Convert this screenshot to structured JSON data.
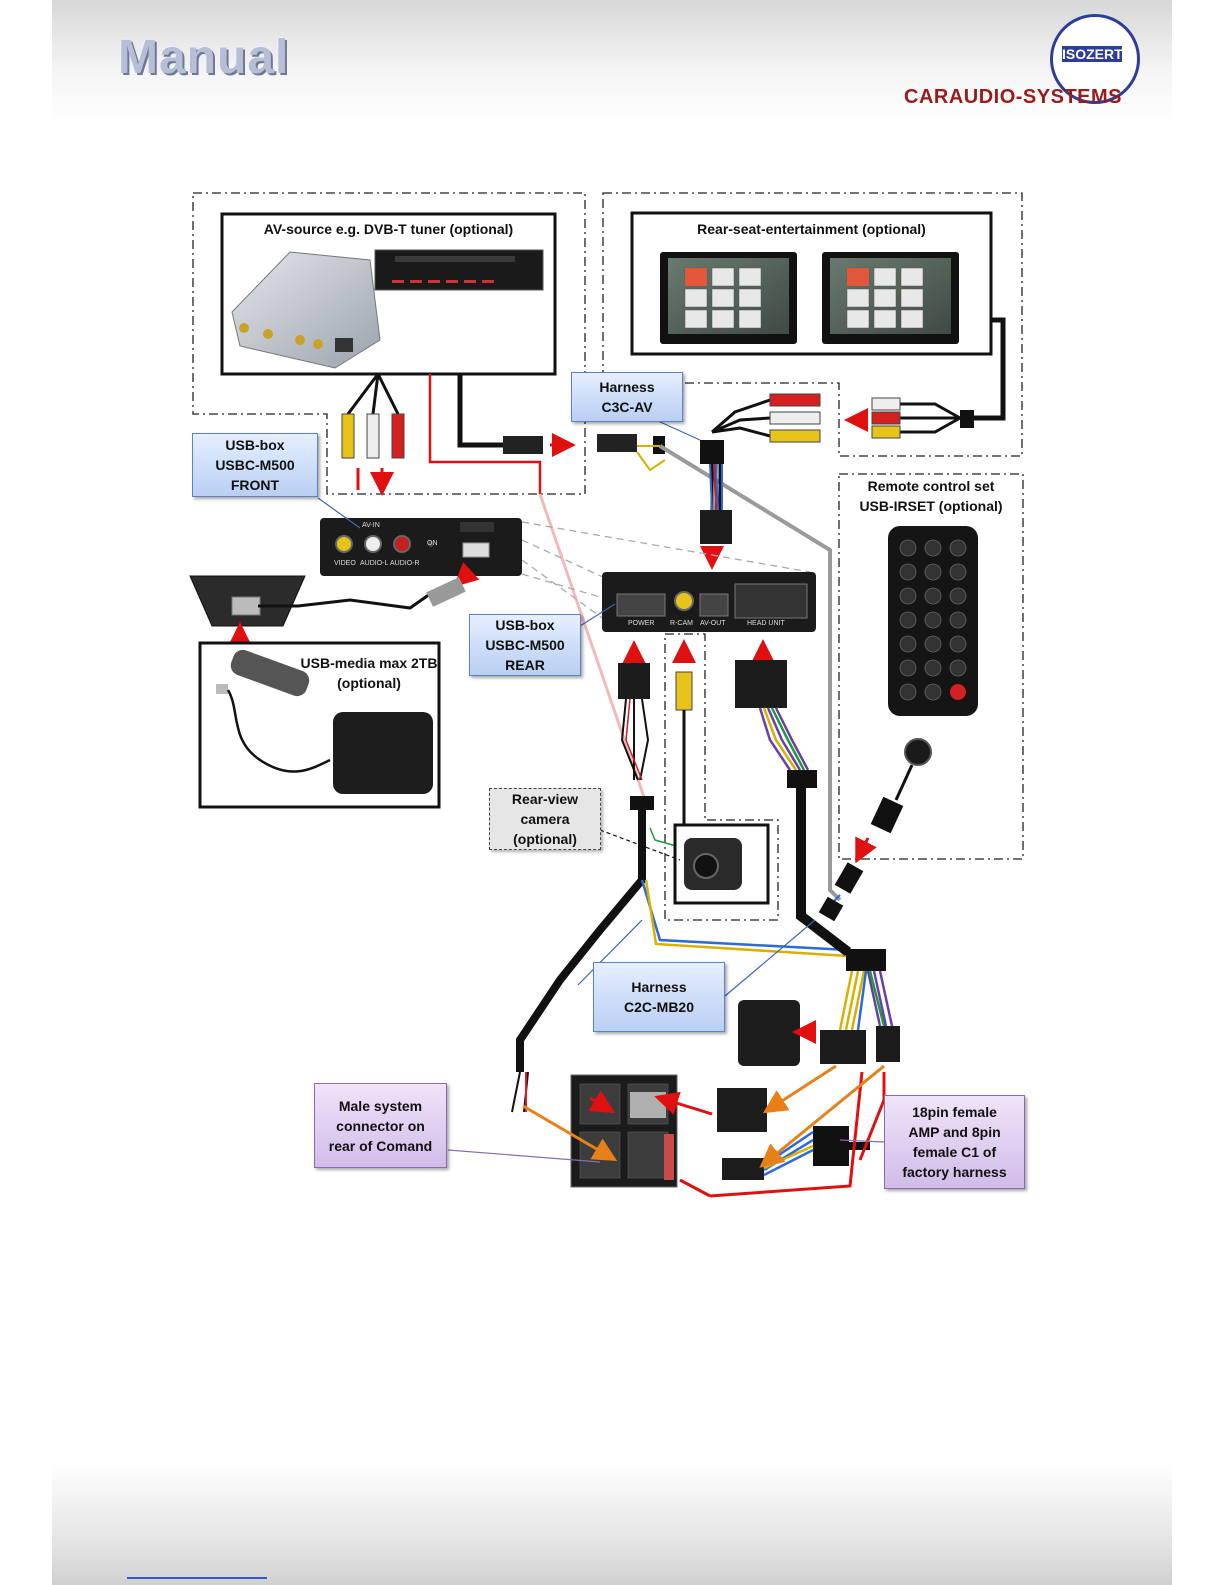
{
  "header": {
    "title": "Manual",
    "brand": "CARAUDIO-SYSTEMS",
    "seal_text": "ISOZERT"
  },
  "diagram": {
    "labels": {
      "av_source": "AV-source e.g. DVB-T tuner (optional)",
      "rse": "Rear-seat-entertainment (optional)",
      "harness_c3c": "Harness\nC3C-AV",
      "usb_front": "USB-box\nUSBC-M500\nFRONT",
      "remote": "Remote control set\nUSB-IRSET (optional)",
      "usb_rear": "USB-box\nUSBC-M500\nREAR",
      "usb_media": "USB-media max 2TB\n(optional)",
      "rear_cam": "Rear-view\ncamera\n(optional)",
      "harness_c2c": "Harness\nC2C-MB20",
      "male_connector": "Male system\nconnector on\nrear of Comand",
      "female_harness": "18pin female\nAMP and 8pin\nfemale C1 of\nfactory harness"
    },
    "device_labels": {
      "av_in": "AV-IN",
      "video": "VIDEO",
      "audio_l": "AUDIO-L",
      "audio_r": "AUDIO-R",
      "on": "ON",
      "power": "POWER",
      "r_cam": "R-CAM",
      "av_out": "AV-OUT",
      "head_unit": "HEAD UNIT"
    },
    "colors": {
      "red_arrow": "#e01010",
      "orange_arrow": "#e8801a",
      "label_blue": "#b9cff3",
      "label_purple": "#d2bce9",
      "cable_black": "#111111"
    }
  }
}
